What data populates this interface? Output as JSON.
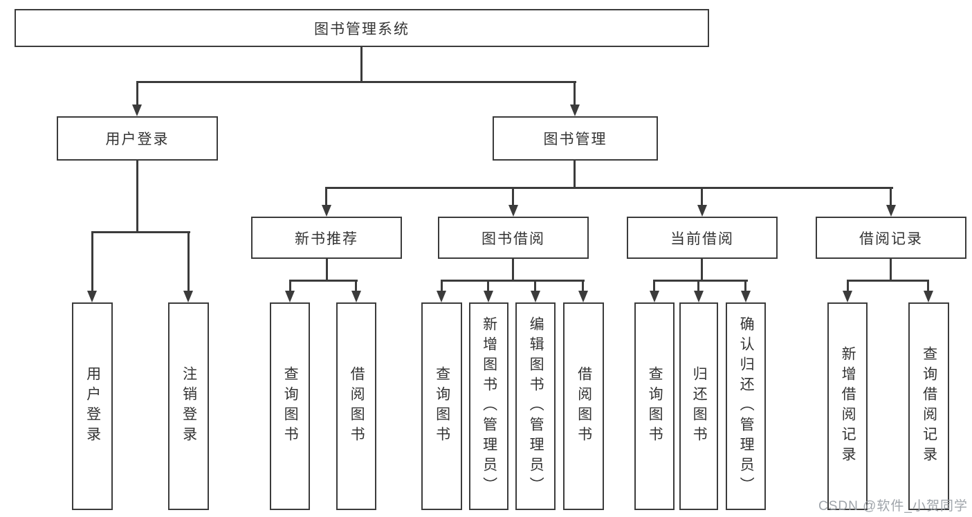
{
  "diagram": {
    "title": "图书管理系统",
    "level2": {
      "user_login": "用户登录",
      "book_mgmt": "图书管理"
    },
    "level3": {
      "new_books": "新书推荐",
      "book_borrow": "图书借阅",
      "current_borrow": "当前借阅",
      "borrow_records": "借阅记录"
    },
    "leaves": {
      "user_login": [
        "用户登录",
        "注销登录"
      ],
      "new_books": [
        "查询图书",
        "借阅图书"
      ],
      "book_borrow": [
        "查询图书",
        "新增图书（管理员）",
        "编辑图书（管理员）",
        "借阅图书"
      ],
      "current_borrow": [
        "查询图书",
        "归还图书",
        "确认归还（管理员）"
      ],
      "borrow_records": [
        "新增借阅记录",
        "查询借阅记录"
      ]
    }
  },
  "watermark": "CSDN @软件_小贺同学",
  "colors": {
    "line": "#3b3b3b",
    "text": "#333333",
    "background": "#ffffff",
    "watermark": "#9aa0a6"
  }
}
